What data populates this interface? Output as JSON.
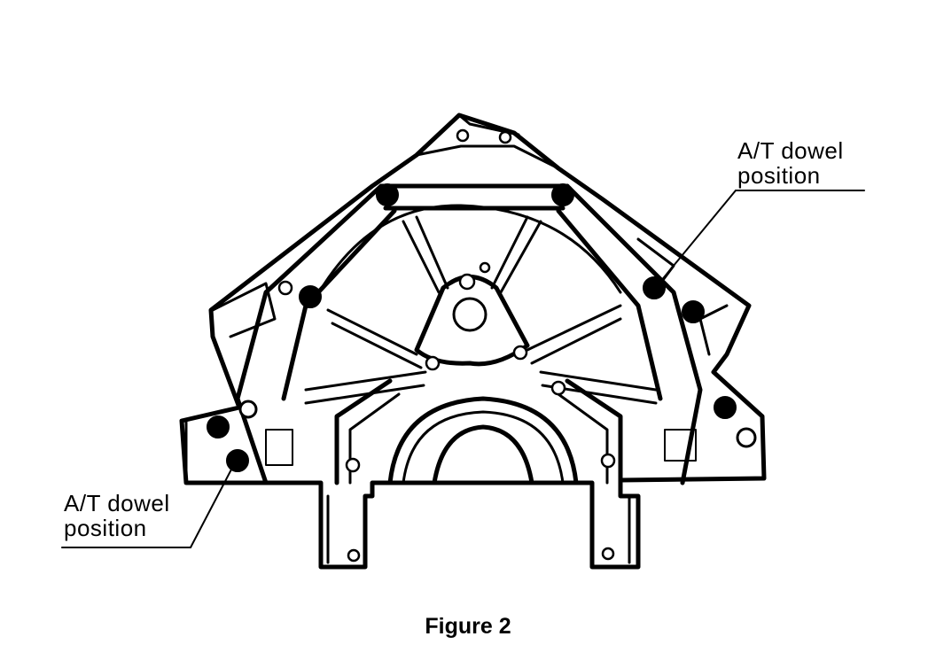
{
  "callouts": {
    "top": {
      "line1": "A/T dowel",
      "line2": "position"
    },
    "bottom": {
      "line1": "A/T dowel",
      "line2": "position"
    }
  },
  "caption": "Figure 2",
  "colors": {
    "ink": "#000000",
    "background": "#ffffff"
  }
}
